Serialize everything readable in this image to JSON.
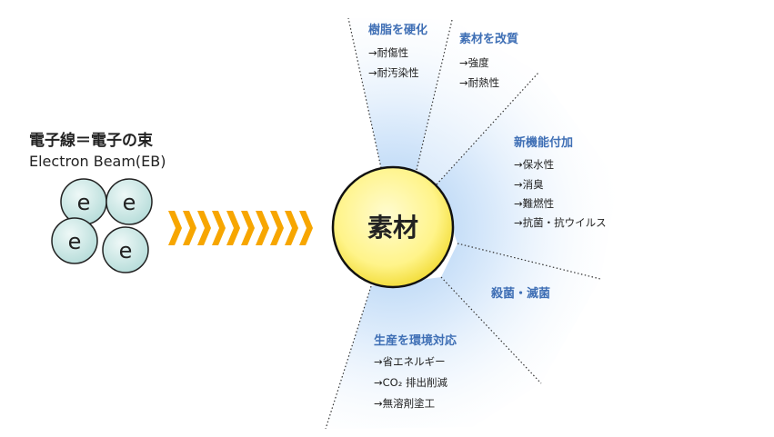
{
  "left": {
    "title_jp": "電子線＝電子の束",
    "title_en": "Electron Beam(EB)",
    "electron_label": "e"
  },
  "center": {
    "label": "素材"
  },
  "branches": [
    {
      "heading": "樹脂を硬化",
      "items": [
        "→耐傷性",
        "→耐汚染性"
      ]
    },
    {
      "heading": "素材を改質",
      "items": [
        "→強度",
        "→耐熱性"
      ]
    },
    {
      "heading": "新機能付加",
      "items": [
        "→保水性",
        "→消臭",
        "→難燃性",
        "→抗菌・抗ウイルス"
      ]
    },
    {
      "heading": "殺菌・滅菌",
      "items": []
    },
    {
      "heading": "生産を環境対応",
      "items": [
        "→省エネルギー",
        "→CO₂ 排出削減",
        "→無溶剤塗工"
      ]
    }
  ],
  "colors": {
    "heading": "#3f6fb5",
    "arrow": "#f7a600",
    "core": "#fff59a",
    "electron": "#cde8e6"
  }
}
